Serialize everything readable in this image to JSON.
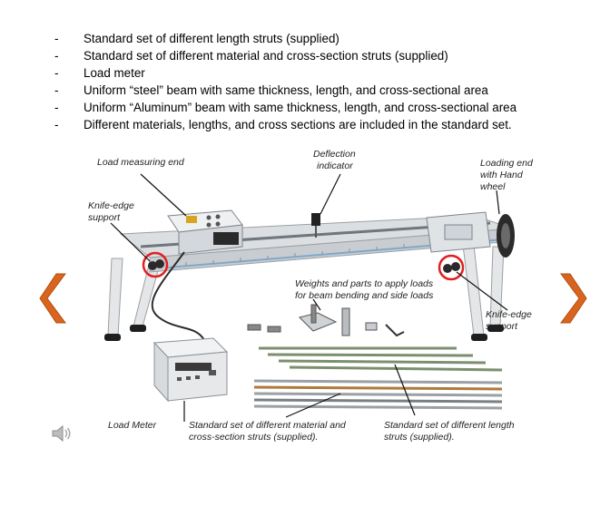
{
  "bullets": [
    {
      "dash": "-",
      "text": "Standard set of different length struts (supplied)"
    },
    {
      "dash": "-",
      "text": "Standard set of different material and cross-section struts (supplied)"
    },
    {
      "dash": "-",
      "text": "Load meter"
    },
    {
      "dash": "-",
      "text": "Uniform “steel” beam with same thickness, length, and cross-sectional area"
    },
    {
      "dash": "-",
      "text": "Uniform “Aluminum” beam with same thickness, length, and cross-sectional area"
    },
    {
      "dash": "-",
      "text": "Different materials, lengths, and cross sections are included in the standard set."
    }
  ],
  "figure": {
    "load_measuring_end": "Load measuring end",
    "deflection_l1": "Deflection",
    "deflection_l2": "indicator",
    "loading_l1": "Loading end",
    "loading_l2": "with Hand",
    "loading_l3": "wheel",
    "knife_left_l1": "Knife-edge",
    "knife_left_l2": "support",
    "weights_l1": "Weights and parts to apply loads",
    "weights_l2": "for beam bending and side loads",
    "knife_right_l1": "Knife-edge",
    "knife_right_l2": "support",
    "load_meter": "Load Meter",
    "material_l1": "Standard set of different material and",
    "material_l2": "cross-section struts (supplied).",
    "length_l1": "Standard set of different length",
    "length_l2": "struts (supplied)."
  },
  "icons": {
    "prev": "chevron-left-icon",
    "next": "chevron-right-icon",
    "audio": "speaker-icon"
  },
  "colors": {
    "nav_arrow": "#d9641e",
    "highlight_circle": "#e02020"
  }
}
